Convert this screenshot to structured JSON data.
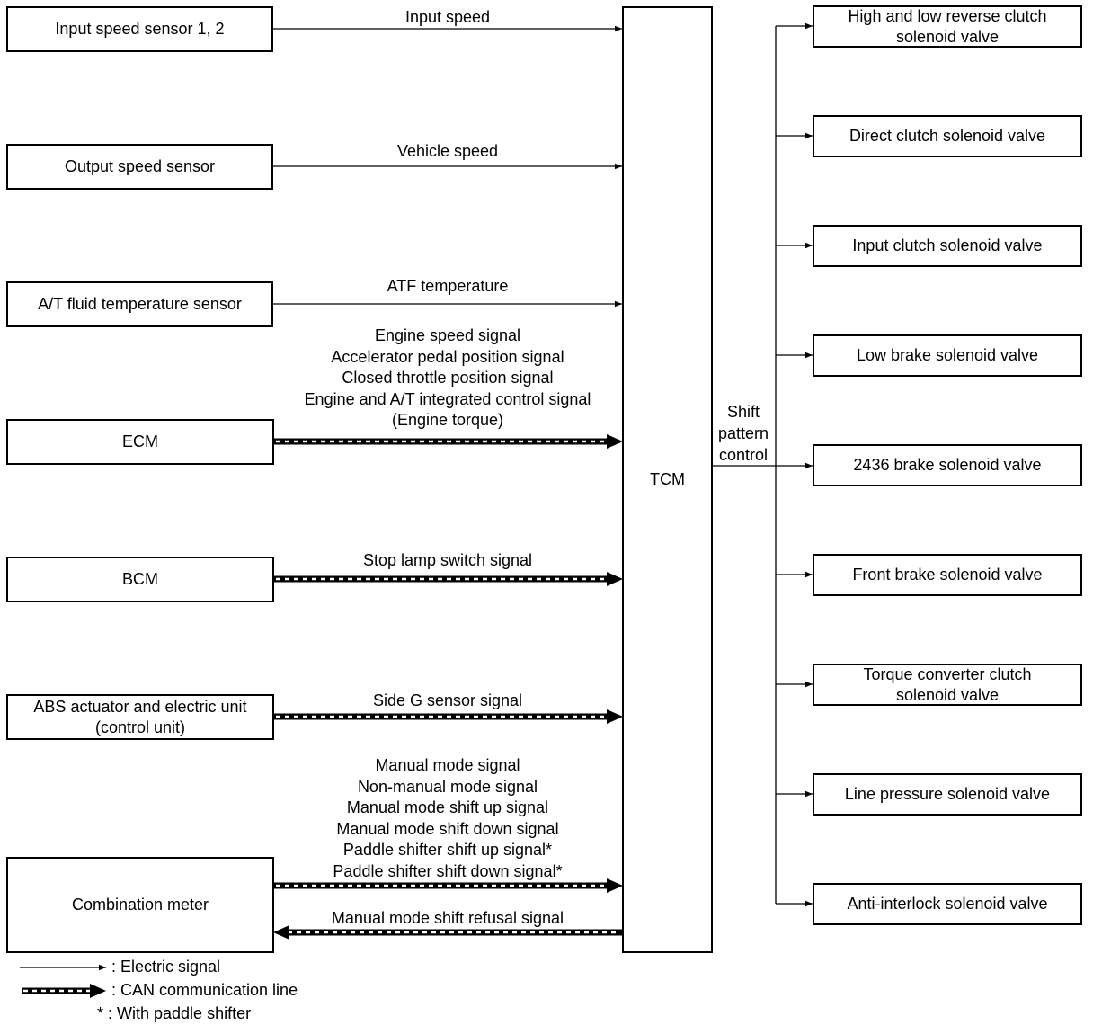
{
  "inputs": [
    {
      "lines": [
        "Input speed sensor 1, 2"
      ]
    },
    {
      "lines": [
        "Output speed sensor"
      ]
    },
    {
      "lines": [
        "A/T fluid temperature sensor"
      ]
    },
    {
      "lines": [
        "ECM"
      ]
    },
    {
      "lines": [
        "BCM"
      ]
    },
    {
      "lines": [
        "ABS actuator and electric unit",
        "(control unit)"
      ]
    },
    {
      "lines": [
        "Combination meter"
      ]
    }
  ],
  "signals": {
    "input_speed": [
      "Input speed"
    ],
    "vehicle_speed": [
      "Vehicle speed"
    ],
    "atf_temp": [
      "ATF temperature"
    ],
    "ecm": [
      "Engine speed signal",
      "Accelerator pedal position signal",
      "Closed throttle position signal",
      "Engine and A/T integrated control signal",
      "(Engine torque)"
    ],
    "bcm": [
      "Stop lamp switch signal"
    ],
    "abs": [
      "Side G sensor signal"
    ],
    "meter_to_tcm": [
      "Manual mode signal",
      "Non-manual mode signal",
      "Manual mode shift up signal",
      "Manual mode shift down signal",
      "Paddle shifter shift up signal*",
      "Paddle shifter shift down signal*"
    ],
    "tcm_to_meter": [
      "Manual mode shift refusal signal"
    ]
  },
  "tcm": {
    "label": "TCM"
  },
  "shift_pattern": [
    "Shift",
    "pattern",
    "control"
  ],
  "outputs": [
    {
      "lines": [
        "High and low reverse clutch",
        "solenoid valve"
      ]
    },
    {
      "lines": [
        "Direct clutch solenoid valve"
      ]
    },
    {
      "lines": [
        "Input clutch solenoid valve"
      ]
    },
    {
      "lines": [
        "Low brake solenoid valve"
      ]
    },
    {
      "lines": [
        "2436 brake solenoid valve"
      ]
    },
    {
      "lines": [
        "Front brake solenoid valve"
      ]
    },
    {
      "lines": [
        "Torque converter clutch",
        "solenoid valve"
      ]
    },
    {
      "lines": [
        "Line pressure solenoid valve"
      ]
    },
    {
      "lines": [
        "Anti-interlock solenoid valve"
      ]
    }
  ],
  "legend": {
    "electric": ": Electric signal",
    "can": ": CAN communication line",
    "paddle": "* : With paddle shifter"
  }
}
